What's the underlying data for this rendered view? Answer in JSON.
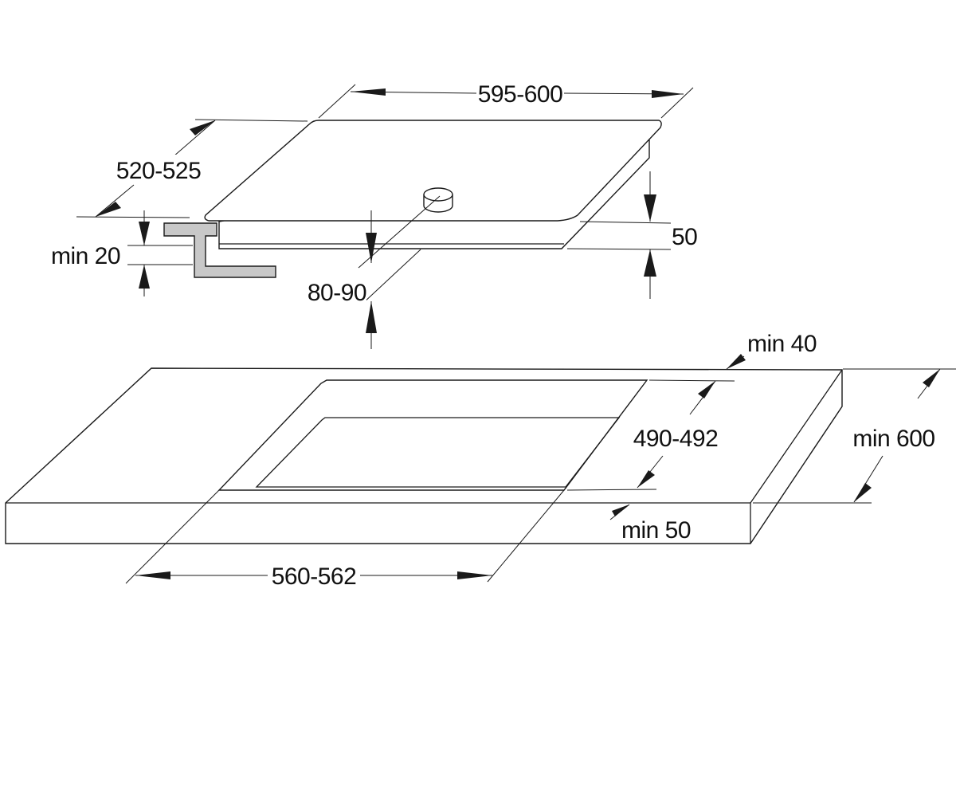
{
  "diagram": {
    "hob_width": "595-600",
    "hob_depth": "520-525",
    "hob_height": "50",
    "cutout_depth_below": "80-90",
    "min_clearance_under": "min 20",
    "min_rear_edge": "min 40",
    "cutout_depth": "490-492",
    "worktop_depth": "min 600",
    "min_front_edge": "min 50",
    "cutout_width": "560-562"
  },
  "colors": {
    "line": "#1a1a1a",
    "bracket_fill": "#c8c8c8"
  }
}
